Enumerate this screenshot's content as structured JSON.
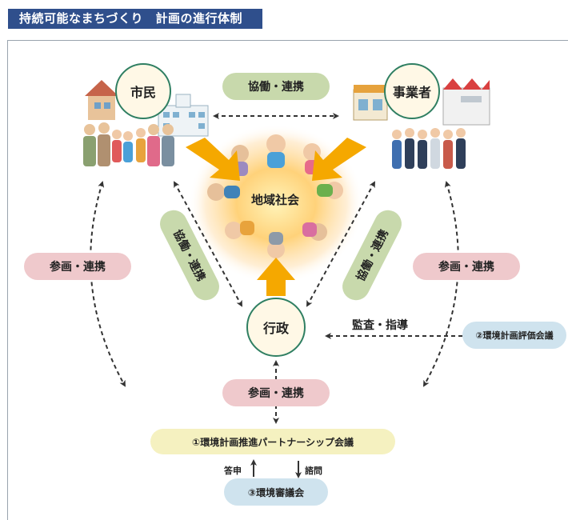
{
  "header": {
    "title": "持続可能なまちづくり　計画の進行体制"
  },
  "nodes": {
    "citizens": "市民",
    "business": "事業者",
    "community": "地域社会",
    "government": "行政"
  },
  "links": {
    "top": "協働・連携",
    "left_inner": "協働・連携",
    "right_inner": "協働・連携",
    "left_outer": "参画・連携",
    "right_outer": "参画・連携",
    "bottom": "参画・連携",
    "audit": "監査・指導"
  },
  "committees": {
    "evaluation": "②環境計画評価会議",
    "partnership": "①環境計画推進パートナーシップ会議",
    "council": "③環境審議会"
  },
  "council_flow": {
    "answer": "答申",
    "inquiry": "諮問"
  },
  "colors": {
    "header_bg": "#2f4f8c",
    "circle_border": "#2f7f62",
    "arrow_orange": "#f5a800",
    "green_pill": "#c8d9ac",
    "pink_pill": "#efc9cc",
    "blue_pill": "#cfe3ee",
    "yellow_pill": "#f5f1c0"
  }
}
